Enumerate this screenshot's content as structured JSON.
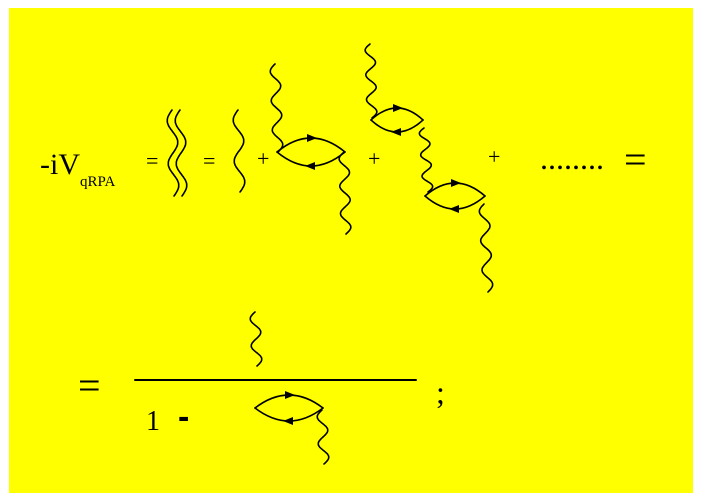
{
  "colors": {
    "background": "#ffff00",
    "ink": "#000000",
    "page": "#ffffff"
  },
  "equation": {
    "lhs_prefix": "-iV",
    "lhs_subscript": "qRPA",
    "equals": "=",
    "plus": "+",
    "ellipsis": "........",
    "fraction_prefix": "1",
    "minus": "-",
    "semicolon": ";"
  },
  "icons": {
    "double_wavy_line": "double-wavy-propagator",
    "single_wavy_line": "wavy-propagator",
    "bubble": "fermion-loop-bubble"
  }
}
